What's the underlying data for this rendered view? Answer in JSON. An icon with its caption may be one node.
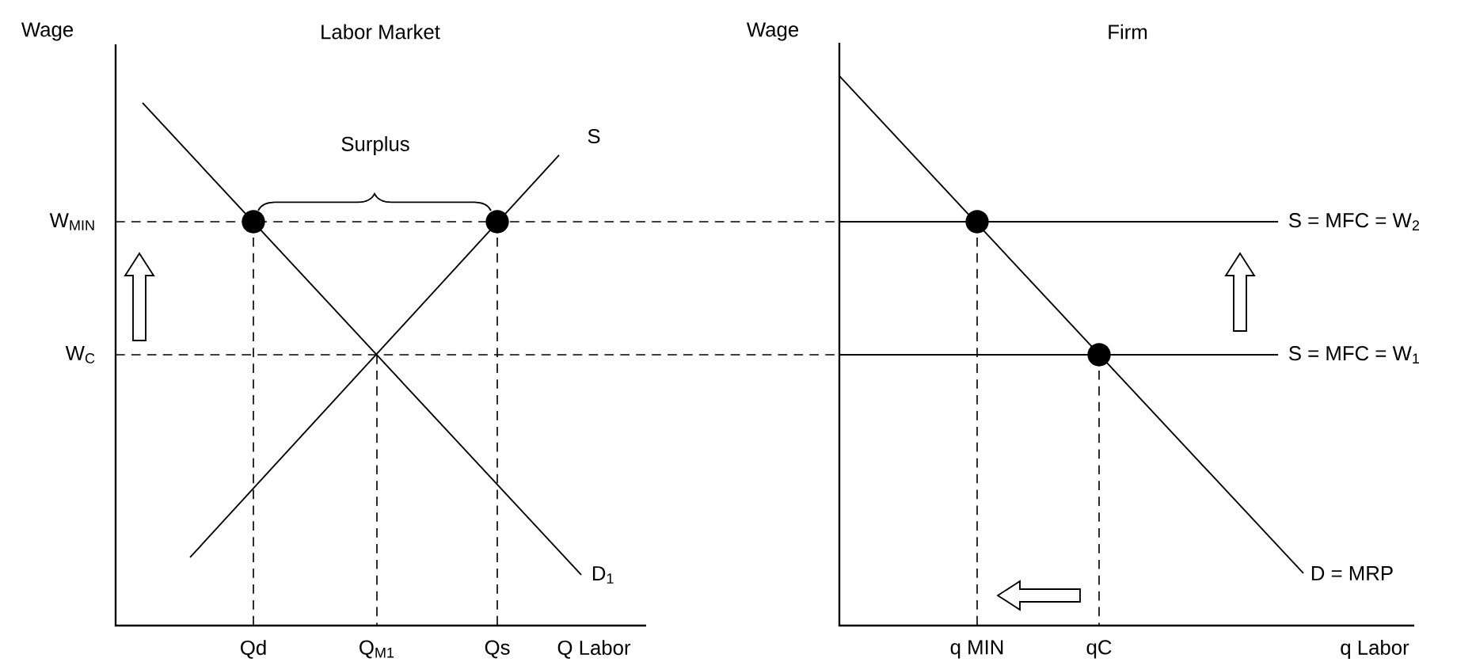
{
  "diagram": {
    "labels": [
      "Wage",
      "Labor Market",
      "Wage",
      "Firm",
      "S",
      "Surplus",
      "W$_{MIN}$",
      "S = MFC = W$_{2}$",
      "W$_{C}$",
      "S = MFC = W$_{1}$",
      "D$_{1}$",
      "D = MRP",
      "Qd",
      "Q$_{M1}$",
      "Qs",
      "Q Labor",
      "q MIN",
      "qC",
      "q Labor"
    ]
  }
}
